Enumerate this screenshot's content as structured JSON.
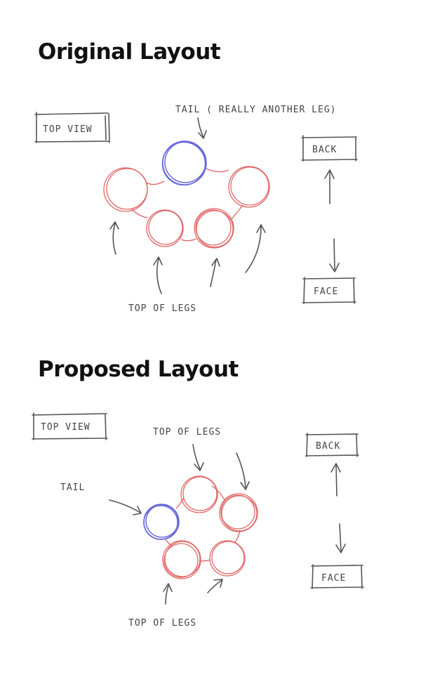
{
  "sections": {
    "original": {
      "title": "Original Layout",
      "view_label": "TOP VIEW",
      "tail_label": "TAIL ( REALLY ANOTHER LEG)",
      "legs_label": "TOP OF LEGS",
      "back_label": "BACK",
      "face_label": "FACE"
    },
    "proposed": {
      "title": "Proposed Layout",
      "view_label": "TOP VIEW",
      "tail_label": "TAIL",
      "legs_label_top": "TOP OF LEGS",
      "legs_label_bottom": "TOP OF LEGS",
      "back_label": "BACK",
      "face_label": "FACE"
    }
  },
  "colors": {
    "leg_circle": "#e06666",
    "tail_circle": "#6a6ad8",
    "sketch_ink": "#555555"
  }
}
